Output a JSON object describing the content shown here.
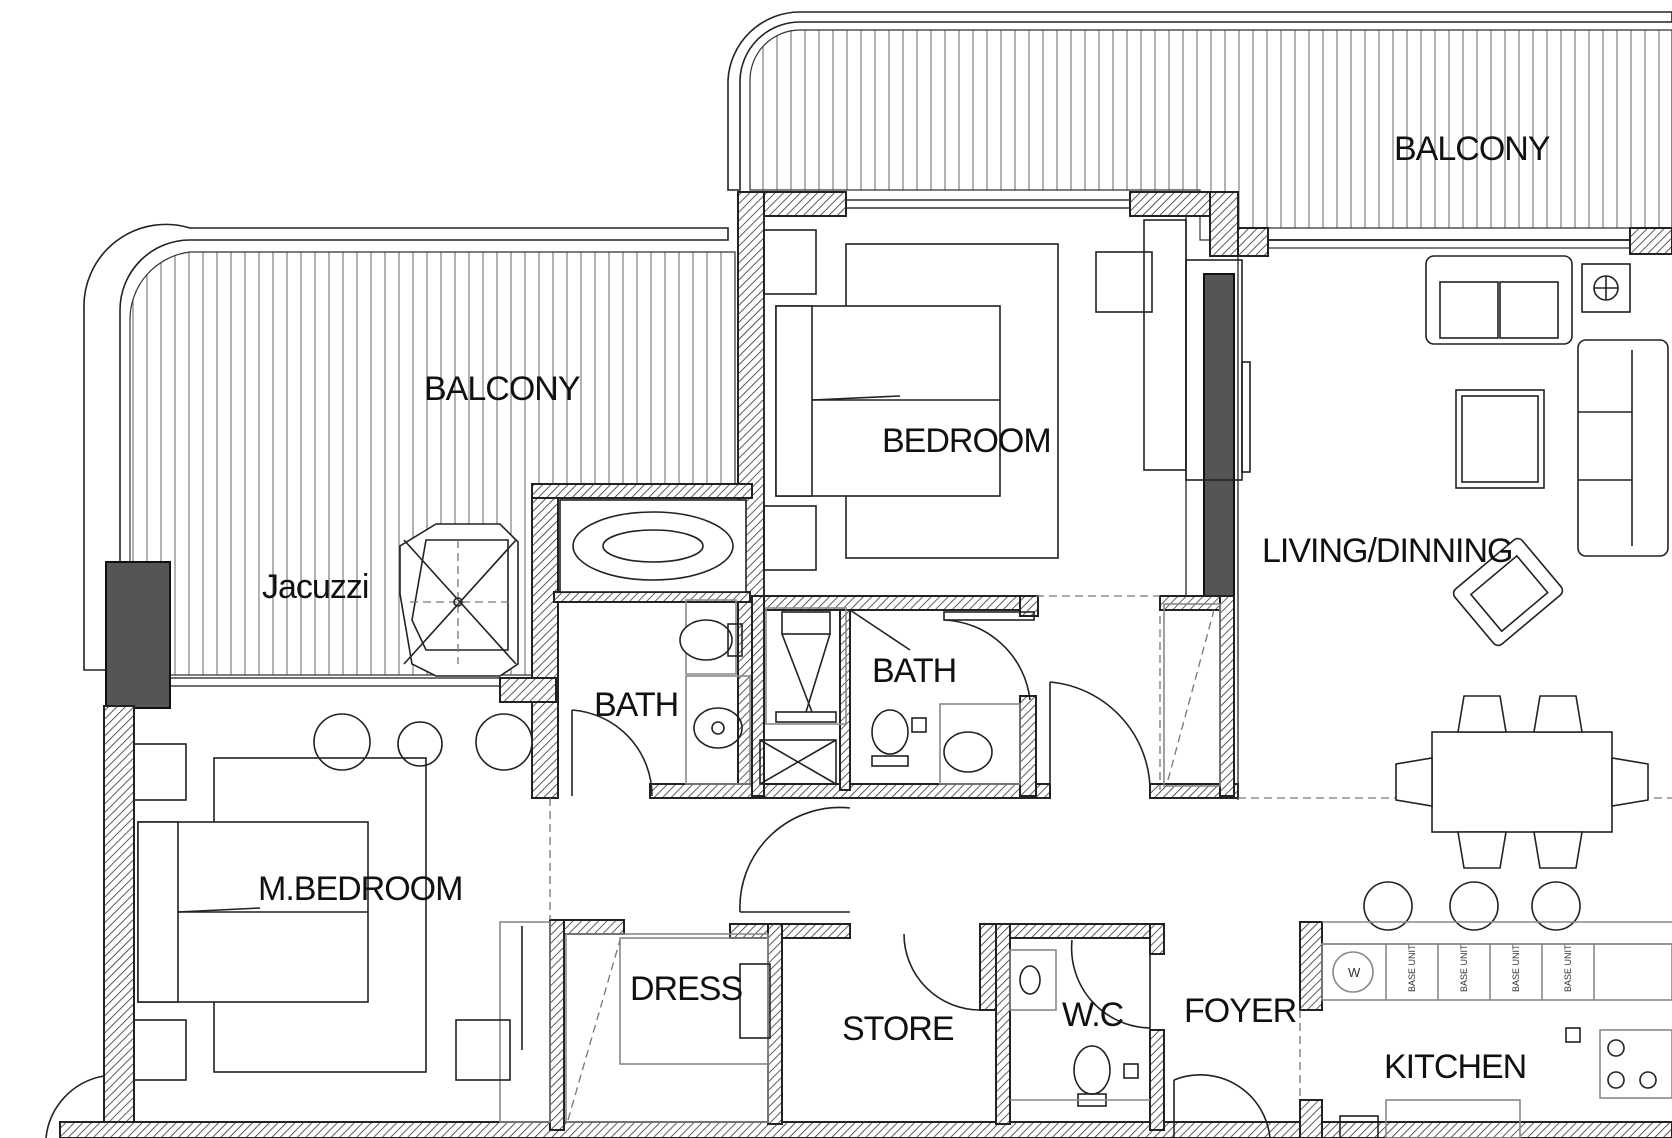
{
  "rooms": {
    "balcony_top": "BALCONY",
    "balcony_left": "BALCONY",
    "bedroom": "BEDROOM",
    "living_dining": "LIVING/DINNING",
    "jacuzzi": "Jacuzzi",
    "bath_left": "BATH",
    "bath_right": "BATH",
    "master_bedroom": "M.BEDROOM",
    "dress": "DRESS",
    "store": "STORE",
    "wc": "W.C",
    "foyer": "FOYER",
    "kitchen": "KITCHEN"
  },
  "kitchen_units": {
    "washer": "W",
    "base_unit": "BASE UNIT"
  }
}
